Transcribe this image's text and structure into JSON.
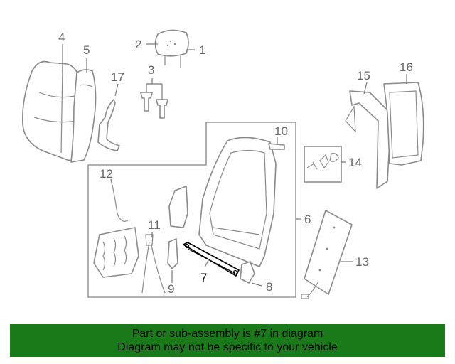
{
  "diagram": {
    "callouts": {
      "c1": "1",
      "c2": "2",
      "c3": "3",
      "c4": "4",
      "c5": "5",
      "c6": "6",
      "c7": "7",
      "c8": "8",
      "c9": "9",
      "c10": "10",
      "c11": "11",
      "c12": "12",
      "c13": "13",
      "c14": "14",
      "c15": "15",
      "c16": "16",
      "c17": "17"
    },
    "highlighted_part": "7"
  },
  "banner": {
    "line1": "Part or sub-assembly is #7 in diagram",
    "line2": "Diagram may not be specific to your vehicle",
    "color": "#1a7a1a"
  }
}
